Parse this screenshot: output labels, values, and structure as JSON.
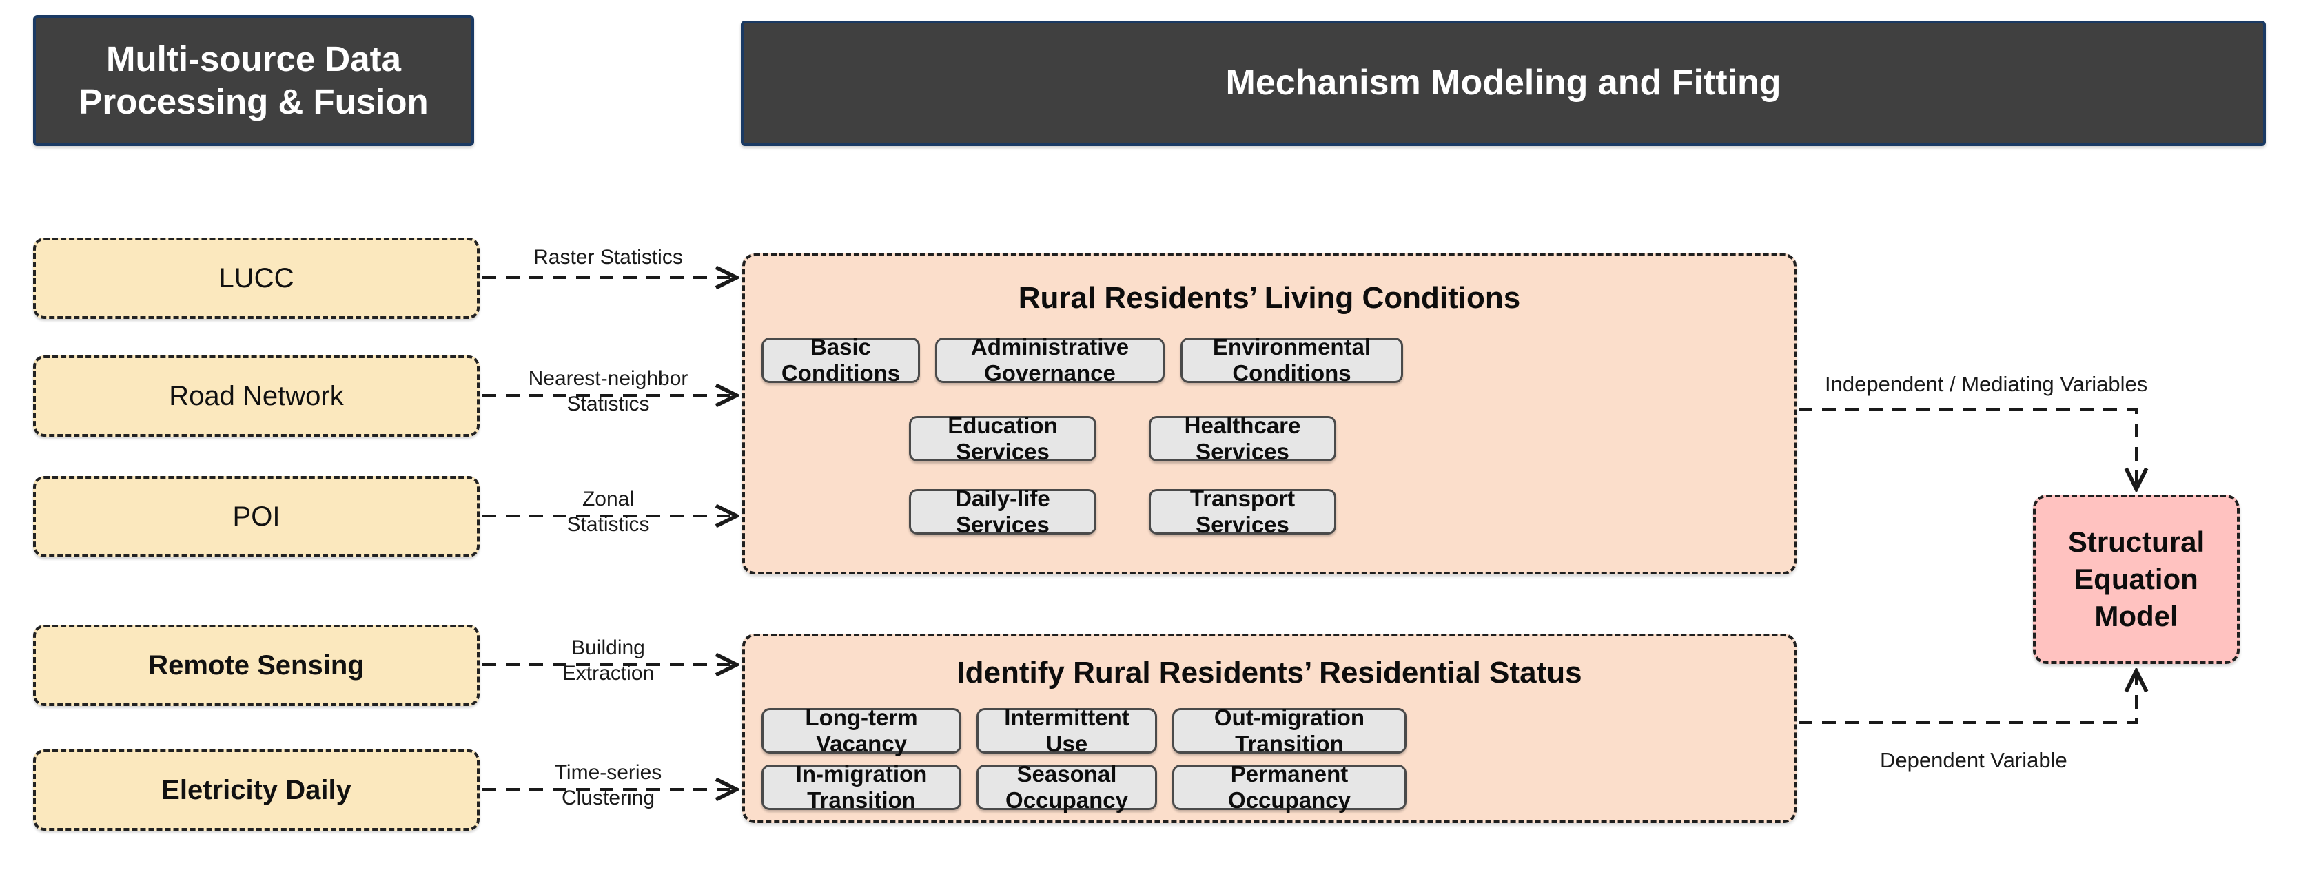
{
  "banners": {
    "left": "Multi-source Data\nProcessing & Fusion",
    "right": "Mechanism Modeling and Fitting"
  },
  "data_sources": [
    {
      "label": "LUCC",
      "bold": false
    },
    {
      "label": "Road Network",
      "bold": false
    },
    {
      "label": "POI",
      "bold": false
    },
    {
      "label": "Remote Sensing",
      "bold": true
    },
    {
      "label": "Eletricity Daily",
      "bold": true
    }
  ],
  "connectors": [
    {
      "label": "Raster Statistics"
    },
    {
      "label": "Nearest-neighbor\nStatistics"
    },
    {
      "label": "Zonal\nStatistics"
    },
    {
      "label": "Building\nExtraction"
    },
    {
      "label": "Time-series\nClustering"
    }
  ],
  "panels": [
    {
      "title": "Rural Residents’ Living Conditions",
      "row1": [
        "Basic Conditions",
        "Administrative Governance",
        "Environmental Conditions"
      ],
      "row2": [
        "Education Services",
        "Healthcare Services"
      ],
      "row3": [
        "Daily-life Services",
        "Transport Services"
      ]
    },
    {
      "title": "Identify Rural Residents’ Residential Status",
      "row1": [
        "Long-term Vacancy",
        "Intermittent Use",
        "Out-migration Transition"
      ],
      "row2": [
        "In-migration Transition",
        "Seasonal Occupancy",
        "Permanent Occupancy"
      ]
    }
  ],
  "model": {
    "label": "Structural\nEquation\nModel"
  },
  "edge_labels": {
    "independent": "Independent / Mediating Variables",
    "dependent": "Dependent Variable"
  },
  "colors": {
    "banner_bg": "#404040",
    "banner_border": "#1b3a63",
    "source_bg": "#fbe8be",
    "panel_bg": "#fbdecb",
    "chip_bg": "#e6e6e6",
    "model_bg": "#ffc2c0",
    "stroke": "#1a1a1a"
  }
}
